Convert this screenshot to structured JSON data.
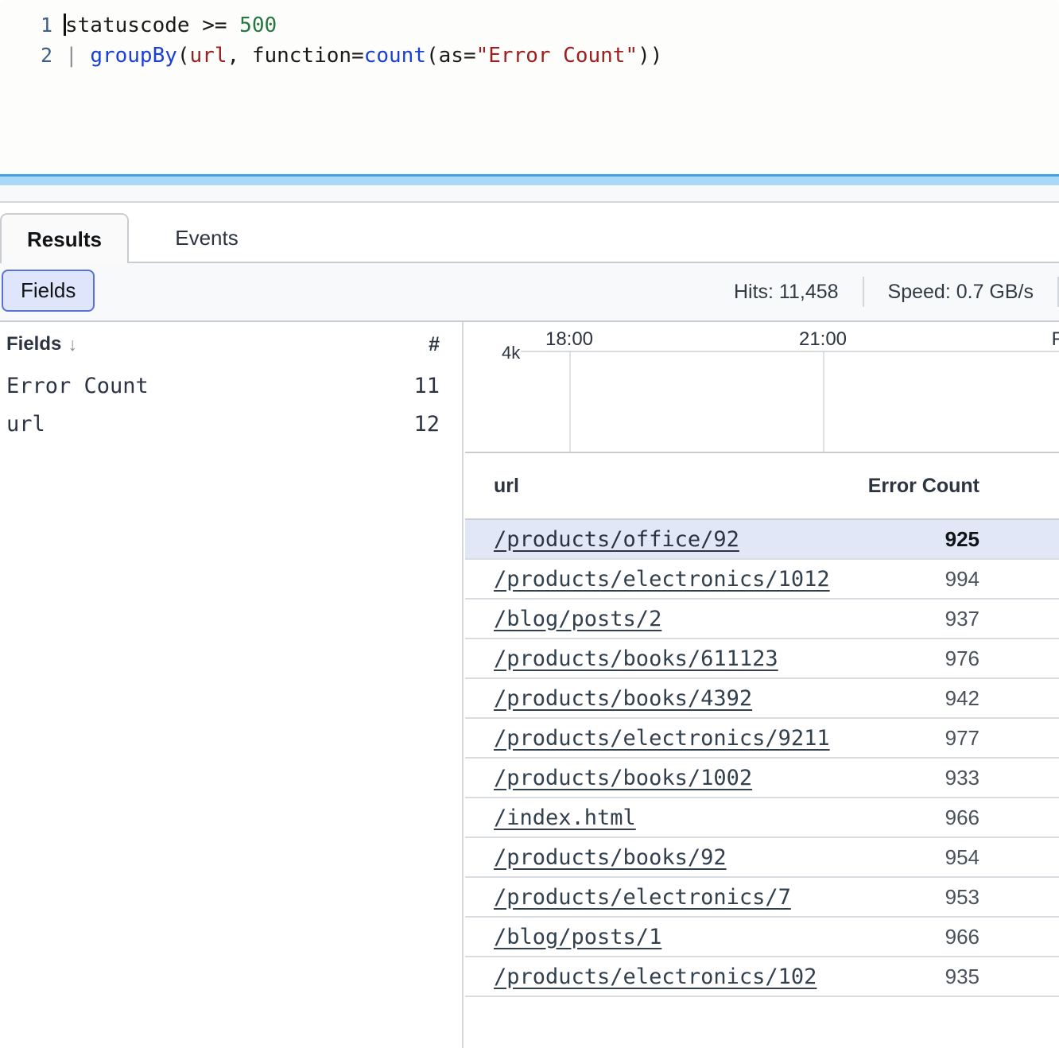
{
  "editor": {
    "lines": [
      {
        "number": "1",
        "tokens": [
          {
            "t": "caret",
            "text": ""
          },
          {
            "t": "plain",
            "text": "statuscode"
          },
          {
            "t": "plain",
            "text": " "
          },
          {
            "t": "op",
            "text": ">="
          },
          {
            "t": "plain",
            "text": " "
          },
          {
            "t": "num",
            "text": "500"
          }
        ]
      },
      {
        "number": "2",
        "tokens": [
          {
            "t": "pipe",
            "text": "|"
          },
          {
            "t": "plain",
            "text": " "
          },
          {
            "t": "fn",
            "text": "groupBy"
          },
          {
            "t": "plain",
            "text": "("
          },
          {
            "t": "field",
            "text": "url"
          },
          {
            "t": "plain",
            "text": ", function="
          },
          {
            "t": "fn",
            "text": "count"
          },
          {
            "t": "plain",
            "text": "(as="
          },
          {
            "t": "str",
            "text": "\"Error Count\""
          },
          {
            "t": "plain",
            "text": "))"
          }
        ]
      }
    ],
    "plain_text": "statuscode >= 500\n| groupBy(url, function=count(as=\"Error Count\"))"
  },
  "tabs": [
    {
      "label": "Results",
      "active": true
    },
    {
      "label": "Events",
      "active": false
    }
  ],
  "toolbar": {
    "fields_button": "Fields",
    "stats": [
      {
        "label": "Hits: 11,458"
      },
      {
        "label": "Speed: 0.7 GB/s"
      }
    ]
  },
  "fields_panel": {
    "header": {
      "title": "Fields",
      "sort_arrow": "↓",
      "count_col": "#"
    },
    "items": [
      {
        "name": "Error Count",
        "count": "11"
      },
      {
        "name": "url",
        "count": "12"
      }
    ]
  },
  "chart": {
    "y_label": "4k",
    "x_ticks": [
      {
        "label": "18:00",
        "x": 131
      },
      {
        "label": "21:00",
        "x": 450
      },
      {
        "label": "F",
        "x": 745
      }
    ]
  },
  "chart_data": {
    "type": "bar",
    "title": "",
    "xlabel": "",
    "ylabel": "",
    "categories": [
      "18:00",
      "21:00"
    ],
    "values": [],
    "ylim": [
      0,
      4000
    ],
    "ytick_labels": [
      "4k"
    ],
    "xtick_labels": [
      "18:00",
      "21:00"
    ],
    "grid": true,
    "legend": "none",
    "note": "Timeline histogram region rendered empty (no bars visible in this viewport)"
  },
  "results_table": {
    "columns": [
      "url",
      "Error Count"
    ],
    "rows": [
      {
        "url": "/products/office/92",
        "count": "925",
        "highlighted": true
      },
      {
        "url": "/products/electronics/1012",
        "count": "994",
        "highlighted": false
      },
      {
        "url": "/blog/posts/2",
        "count": "937",
        "highlighted": false
      },
      {
        "url": "/products/books/611123",
        "count": "976",
        "highlighted": false
      },
      {
        "url": "/products/books/4392",
        "count": "942",
        "highlighted": false
      },
      {
        "url": "/products/electronics/9211",
        "count": "977",
        "highlighted": false
      },
      {
        "url": "/products/books/1002",
        "count": "933",
        "highlighted": false
      },
      {
        "url": "/index.html",
        "count": "966",
        "highlighted": false
      },
      {
        "url": "/products/books/92",
        "count": "954",
        "highlighted": false
      },
      {
        "url": "/products/electronics/7",
        "count": "953",
        "highlighted": false
      },
      {
        "url": "/blog/posts/1",
        "count": "966",
        "highlighted": false
      },
      {
        "url": "/products/electronics/102",
        "count": "935",
        "highlighted": false
      }
    ]
  },
  "colors": {
    "focus_border": "#3fa3e0",
    "focus_glow": "#a9d9f6",
    "accent_button_bg": "#dfe5fb",
    "accent_button_border": "#5a72d6",
    "row_highlight": "#e2e7f8",
    "syntax_number": "#24783f",
    "syntax_function": "#1a3fd4",
    "syntax_field": "#9c2020",
    "syntax_string": "#9c2020"
  }
}
